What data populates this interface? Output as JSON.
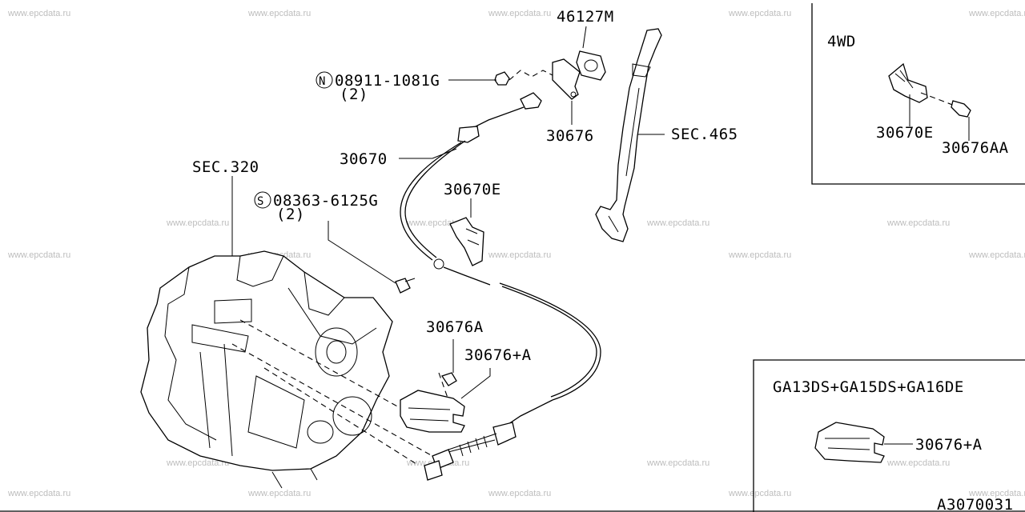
{
  "watermark": "www.epcdata.ru",
  "diagram_id": "A3070031",
  "labels": {
    "gasket": "46127M",
    "nut_code": "N",
    "nut": "08911-1081G",
    "nut_qty": "(2)",
    "bracket": "30676",
    "pedal_sec": "SEC.465",
    "cable": "30670",
    "transaxle_sec": "SEC.320",
    "screw_code": "S",
    "screw": "08363-6125G",
    "screw_qty": "(2)",
    "clamp": "30670E",
    "bolt": "30676A",
    "lever_bracket": "30676+A"
  },
  "inset_4wd": {
    "title": "4WD",
    "clamp": "30670E",
    "bolt": "30676AA"
  },
  "inset_engine": {
    "title": "GA13DS+GA15DS+GA16DE",
    "bracket": "30676+A"
  }
}
